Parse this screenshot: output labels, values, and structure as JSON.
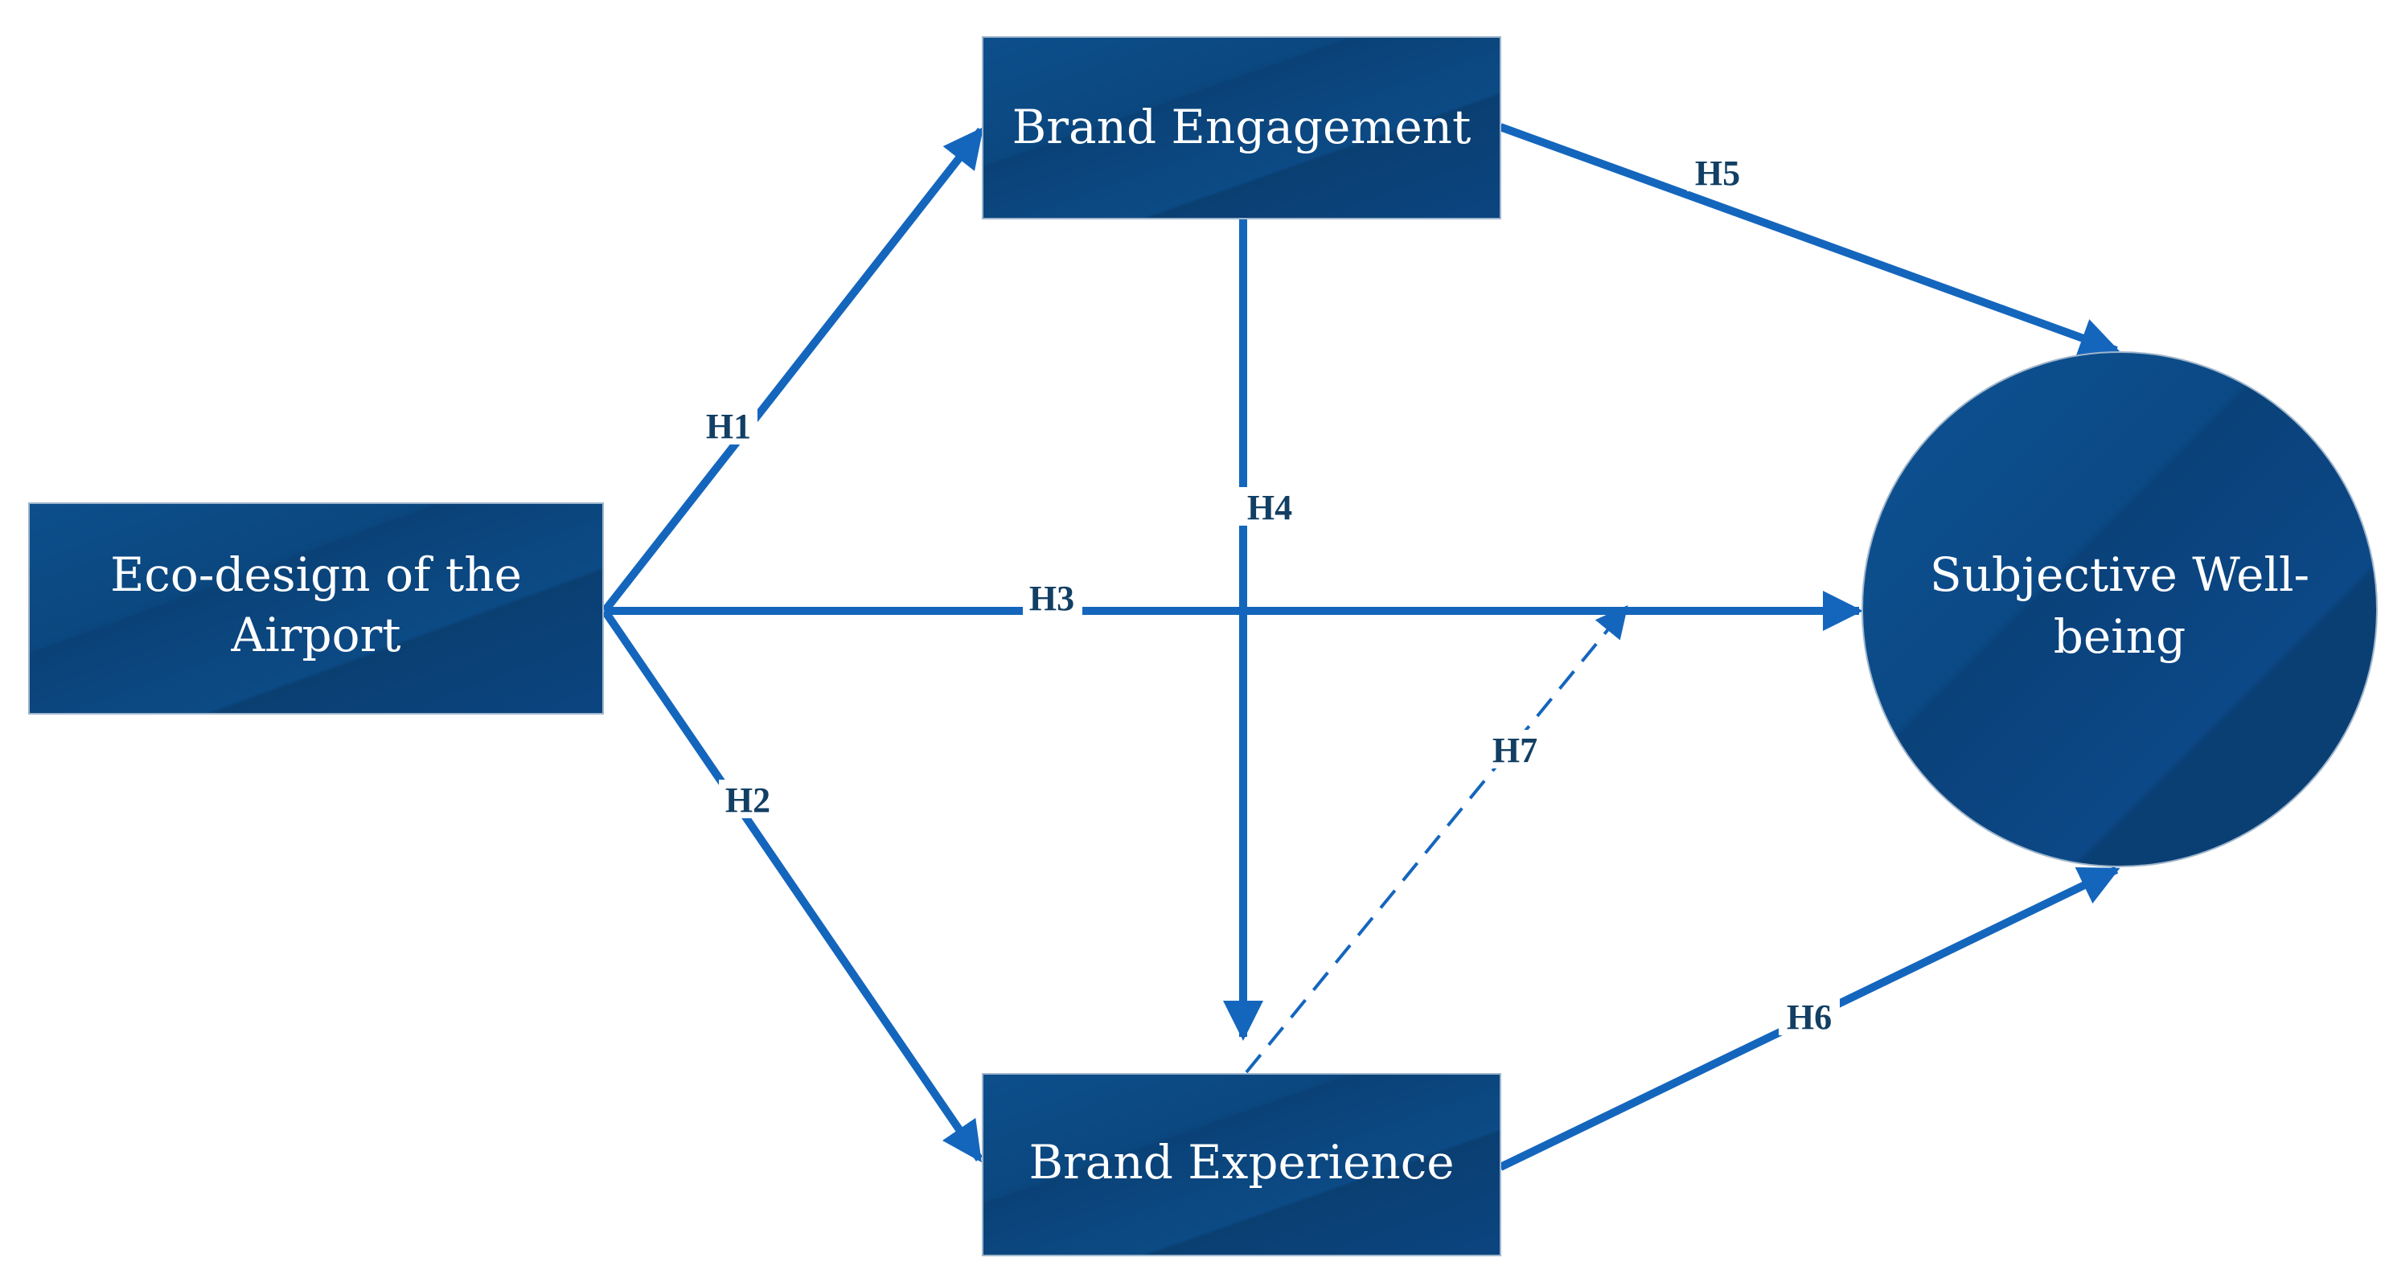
{
  "colors": {
    "node_fill": "#0c4a85",
    "node_fill_dark": "#0a3f72",
    "node_stroke": "#9fb6cc",
    "edge": "#1466bd",
    "edge_label": "#123f63"
  },
  "nodes": {
    "eco_design": {
      "line1": "Eco-design of the",
      "line2": "Airport"
    },
    "brand_engagement": {
      "label": "Brand Engagement"
    },
    "brand_experience": {
      "label": "Brand Experience"
    },
    "subjective_wellbeing": {
      "line1": "Subjective Well-",
      "line2": "being"
    }
  },
  "edges": {
    "h1": {
      "label": "H1",
      "from": "Eco-design of the Airport",
      "to": "Brand Engagement",
      "style": "solid"
    },
    "h2": {
      "label": "H2",
      "from": "Eco-design of the Airport",
      "to": "Brand Experience",
      "style": "solid"
    },
    "h3": {
      "label": "H3",
      "from": "Eco-design of the Airport",
      "to": "Subjective Well-being",
      "style": "solid"
    },
    "h4": {
      "label": "H4",
      "from": "Brand Engagement",
      "to": "Brand Experience",
      "style": "solid"
    },
    "h5": {
      "label": "H5",
      "from": "Brand Engagement",
      "to": "Subjective Well-being",
      "style": "solid"
    },
    "h6": {
      "label": "H6",
      "from": "Brand Experience",
      "to": "Subjective Well-being",
      "style": "solid"
    },
    "h7": {
      "label": "H7",
      "from": "Brand Experience",
      "to": "H3 path",
      "style": "dashed"
    }
  }
}
